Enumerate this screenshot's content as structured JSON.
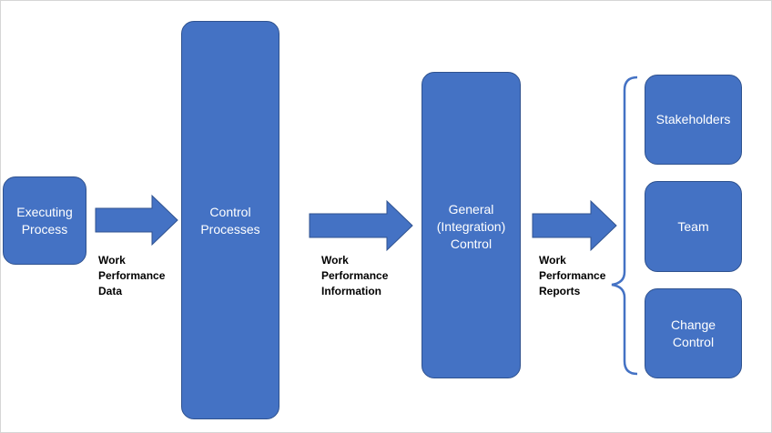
{
  "boxes": {
    "executing_process": "Executing\nProcess",
    "control_processes": "Control\nProcesses",
    "general_control": "General\n(Integration)\nControl",
    "stakeholders": "Stakeholders",
    "team": "Team",
    "change_control": "Change\nControl"
  },
  "labels": {
    "work_performance_data": "Work\nPerformance\nData",
    "work_performance_information": "Work\nPerformance\nInformation",
    "work_performance_reports": "Work\nPerformance\nReports"
  },
  "colors": {
    "box_fill": "#4472c4",
    "box_border": "#2f528f",
    "arrow_fill": "#4472c4",
    "bracket": "#4472c4"
  }
}
